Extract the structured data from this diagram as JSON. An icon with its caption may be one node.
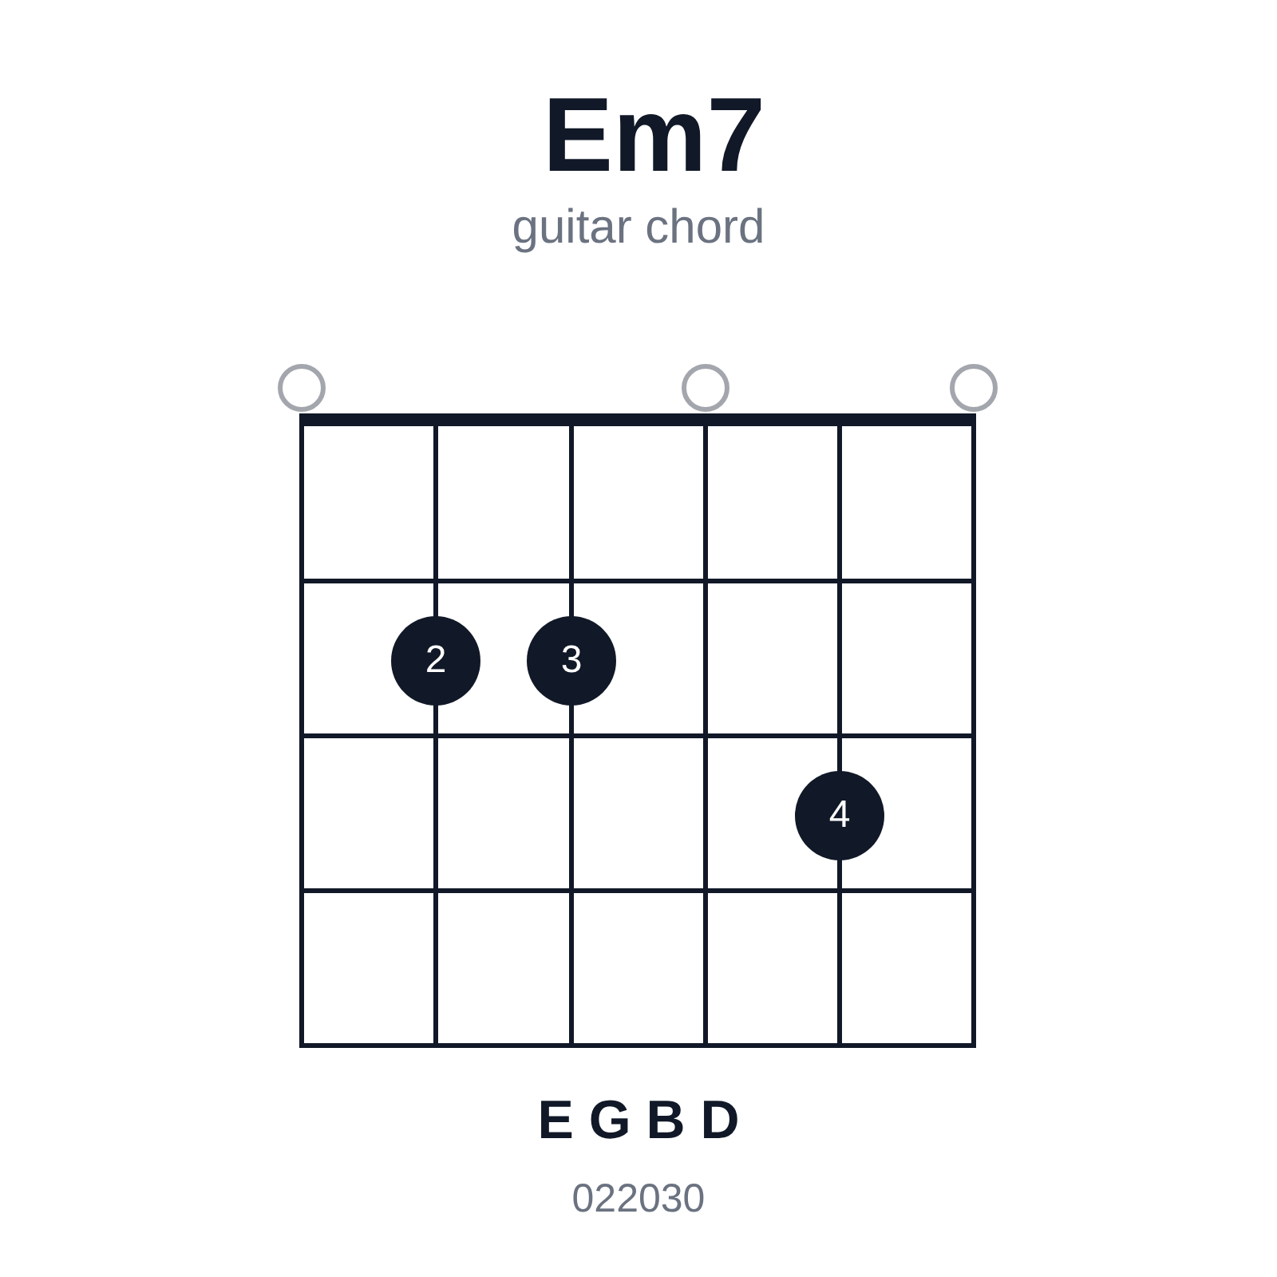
{
  "diagram": {
    "title": "Em7",
    "nodes": [
      {
        "text": [],
        "shape": "circle"
      },
      {
        "text": [],
        "shape": "circle"
      },
      {
        "text": [],
        "shape": "circle"
      },
      {
        "text": [
          "2"
        ]
      },
      {
        "text": [
          "3"
        ]
      },
      {
        "text": [
          "4"
        ]
      }
    ],
    "labels": [
      "guitar chord",
      "E G B D",
      "022030"
    ]
  }
}
